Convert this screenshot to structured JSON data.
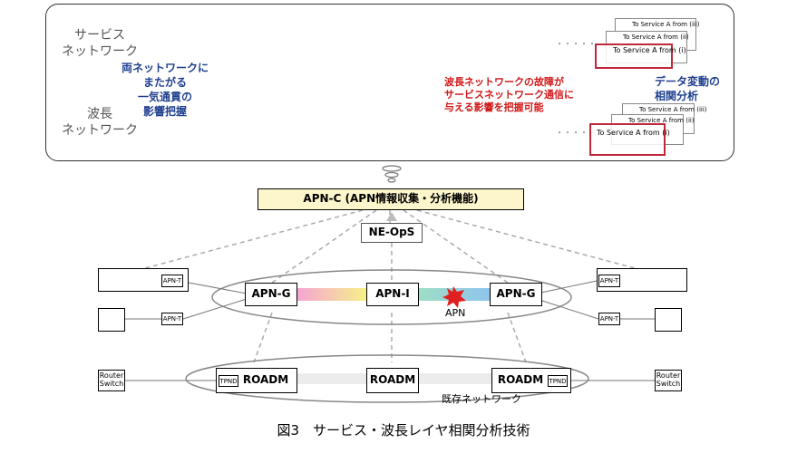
{
  "top_panel": {
    "service_label": [
      "サービス",
      "ネットワーク"
    ],
    "wavelength_label": [
      "波長",
      "ネットワーク"
    ],
    "impact_label": [
      "両ネットワークに",
      "またがる",
      "一気通貫の",
      "影響把握"
    ],
    "fault_note": [
      "波長ネットワークの故障が",
      "サービスネットワーク通信に",
      "与える影響を把握可能"
    ],
    "correlation_label": [
      "データ変動の",
      "相関分析"
    ],
    "cards": [
      "To Service A from (iii)",
      "To Service A from (ii)",
      "To Service A from (i)"
    ],
    "ellipsis": "・・・・・"
  },
  "apn_c_label": "APN-C (APN情報収集・分析機能)",
  "ne_ops_label": "NE-OpS",
  "apn": {
    "apn_g_left": "APN-G",
    "apn_i": "APN-I",
    "apn_g_right": "APN-G",
    "apn_label": "APN",
    "apn_t": "APN-T"
  },
  "existing": {
    "roadm": "ROADM",
    "tpnd": "TPND",
    "router_switch": [
      "Router",
      "Switch"
    ],
    "label": "既存ネットワーク"
  },
  "caption": "図3　サービス・波長レイヤ相関分析技術",
  "colors": {
    "accent_blue": "#1f3f8f",
    "alert_red": "#d01818",
    "apn_c_bg": "#fdf6cc"
  }
}
